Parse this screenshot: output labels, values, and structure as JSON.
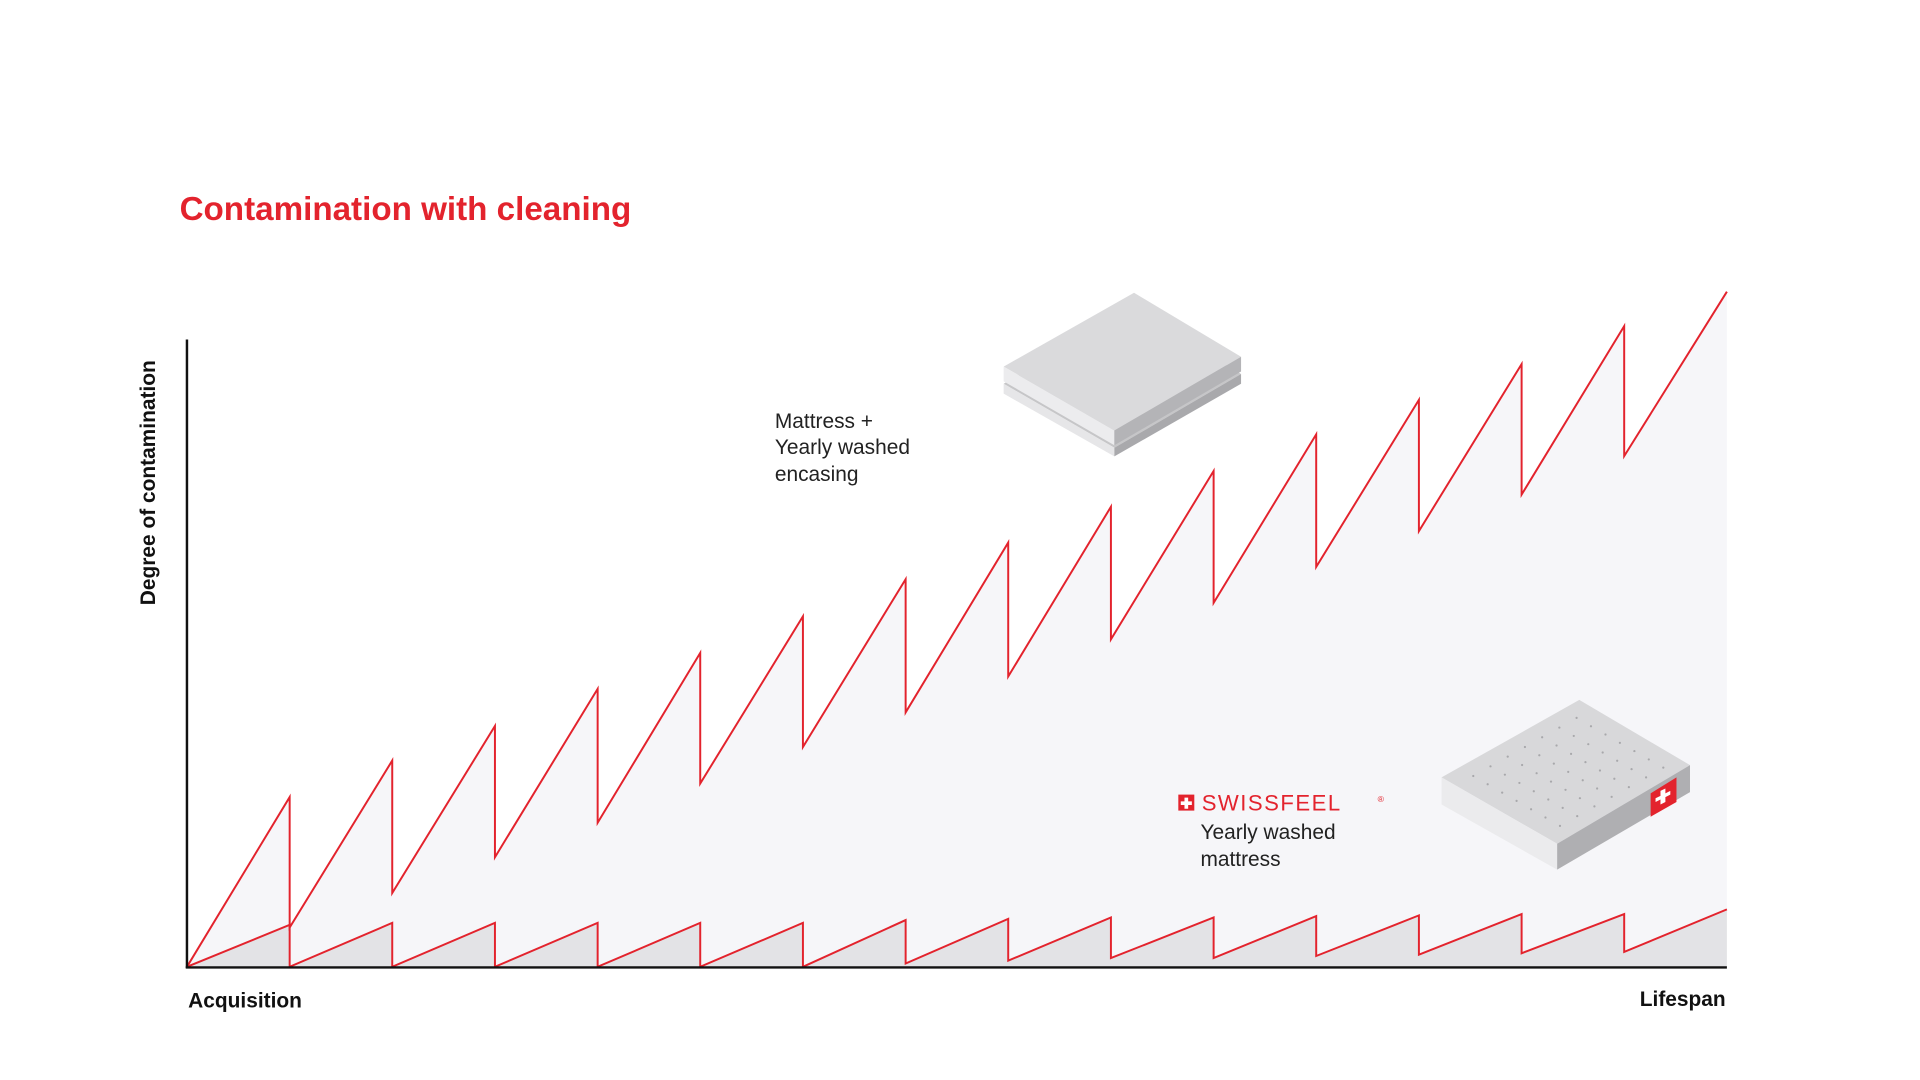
{
  "chart_data": {
    "type": "line",
    "title": "Contamination with cleaning",
    "xlabel_start": "Acquisition",
    "xlabel_end": "Lifespan",
    "ylabel": "Degree of contamination",
    "ylim": [
      0,
      100
    ],
    "cycles": 15,
    "series": [
      {
        "name": "Mattress + Yearly washed encasing",
        "label_lines": [
          "Mattress +",
          "Yearly washed",
          "encasing"
        ],
        "peaks": [
          25.1,
          30.5,
          35.6,
          41.1,
          46.4,
          51.8,
          57.3,
          62.7,
          68.0,
          73.3,
          78.7,
          83.8,
          89.1,
          94.7,
          99.8
        ],
        "troughs": [
          0,
          5.8,
          10.9,
          16.2,
          21.3,
          27.1,
          32.5,
          37.6,
          42.9,
          48.4,
          53.8,
          59.1,
          64.4,
          69.8,
          75.5
        ],
        "fill": "#f6f6f9"
      },
      {
        "name": "Yearly washed mattress",
        "label_lines": [
          "Yearly washed",
          "mattress"
        ],
        "peaks": [
          6.2,
          6.5,
          6.5,
          6.5,
          6.5,
          6.5,
          6.9,
          7.1,
          7.3,
          7.3,
          7.5,
          7.6,
          7.8,
          7.8,
          8.5
        ],
        "troughs": [
          0,
          0,
          0,
          0,
          0,
          0,
          0,
          0.5,
          0.9,
          1.3,
          1.3,
          1.6,
          1.8,
          2.0,
          2.2
        ],
        "fill": "#e3e3e6"
      }
    ],
    "grid": false
  },
  "brand": {
    "name": "SWISSFEEL",
    "mark": "®"
  },
  "colors": {
    "accent": "#e3232d",
    "axis": "#111111",
    "text": "#222222"
  }
}
